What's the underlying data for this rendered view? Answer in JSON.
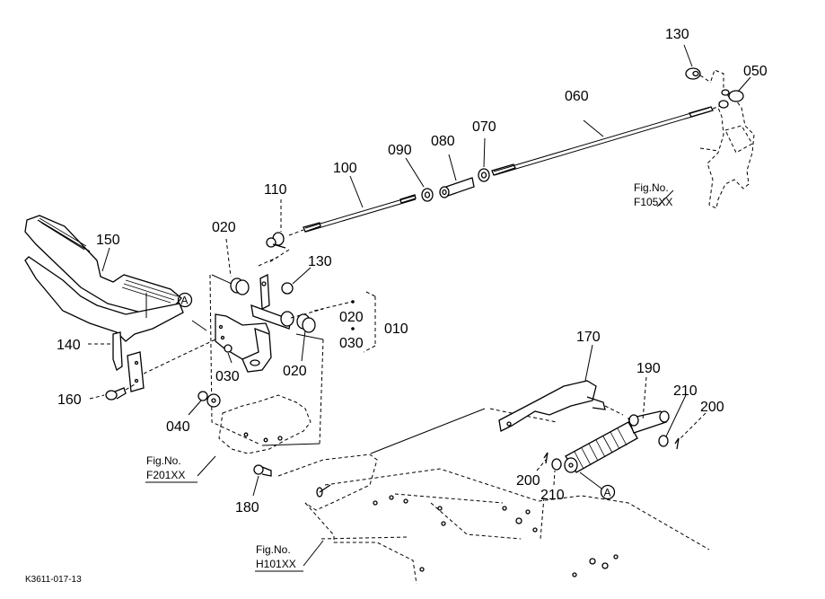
{
  "diagram": {
    "type": "exploded-parts-view",
    "drawing_code": "K3611-017-13",
    "callouts": [
      {
        "id": "c130a",
        "text": "130"
      },
      {
        "id": "c050",
        "text": "050"
      },
      {
        "id": "c060",
        "text": "060"
      },
      {
        "id": "c070",
        "text": "070"
      },
      {
        "id": "c080",
        "text": "080"
      },
      {
        "id": "c090",
        "text": "090"
      },
      {
        "id": "c100",
        "text": "100"
      },
      {
        "id": "c110",
        "text": "110"
      },
      {
        "id": "c020a",
        "text": "020"
      },
      {
        "id": "c130b",
        "text": "130"
      },
      {
        "id": "c150",
        "text": "150"
      },
      {
        "id": "c020b",
        "text": "020"
      },
      {
        "id": "c030b",
        "text": "030"
      },
      {
        "id": "c010",
        "text": "010"
      },
      {
        "id": "c140",
        "text": "140"
      },
      {
        "id": "c030a",
        "text": "030"
      },
      {
        "id": "c020c",
        "text": "020"
      },
      {
        "id": "c160",
        "text": "160"
      },
      {
        "id": "c040",
        "text": "040"
      },
      {
        "id": "c170",
        "text": "170"
      },
      {
        "id": "c190",
        "text": "190"
      },
      {
        "id": "c210a",
        "text": "210"
      },
      {
        "id": "c200a",
        "text": "200"
      },
      {
        "id": "c180",
        "text": "180"
      },
      {
        "id": "c200b",
        "text": "200"
      },
      {
        "id": "c210b",
        "text": "210"
      }
    ],
    "reference_marks": [
      {
        "id": "refA1",
        "text": "A"
      },
      {
        "id": "refA2",
        "text": "A"
      }
    ],
    "figure_refs": [
      {
        "id": "f105",
        "line1": "Fig.No.",
        "line2": "F105XX"
      },
      {
        "id": "f201",
        "line1": "Fig.No.",
        "line2": "F201XX"
      },
      {
        "id": "h101",
        "line1": "Fig.No.",
        "line2": "H101XX"
      }
    ]
  }
}
